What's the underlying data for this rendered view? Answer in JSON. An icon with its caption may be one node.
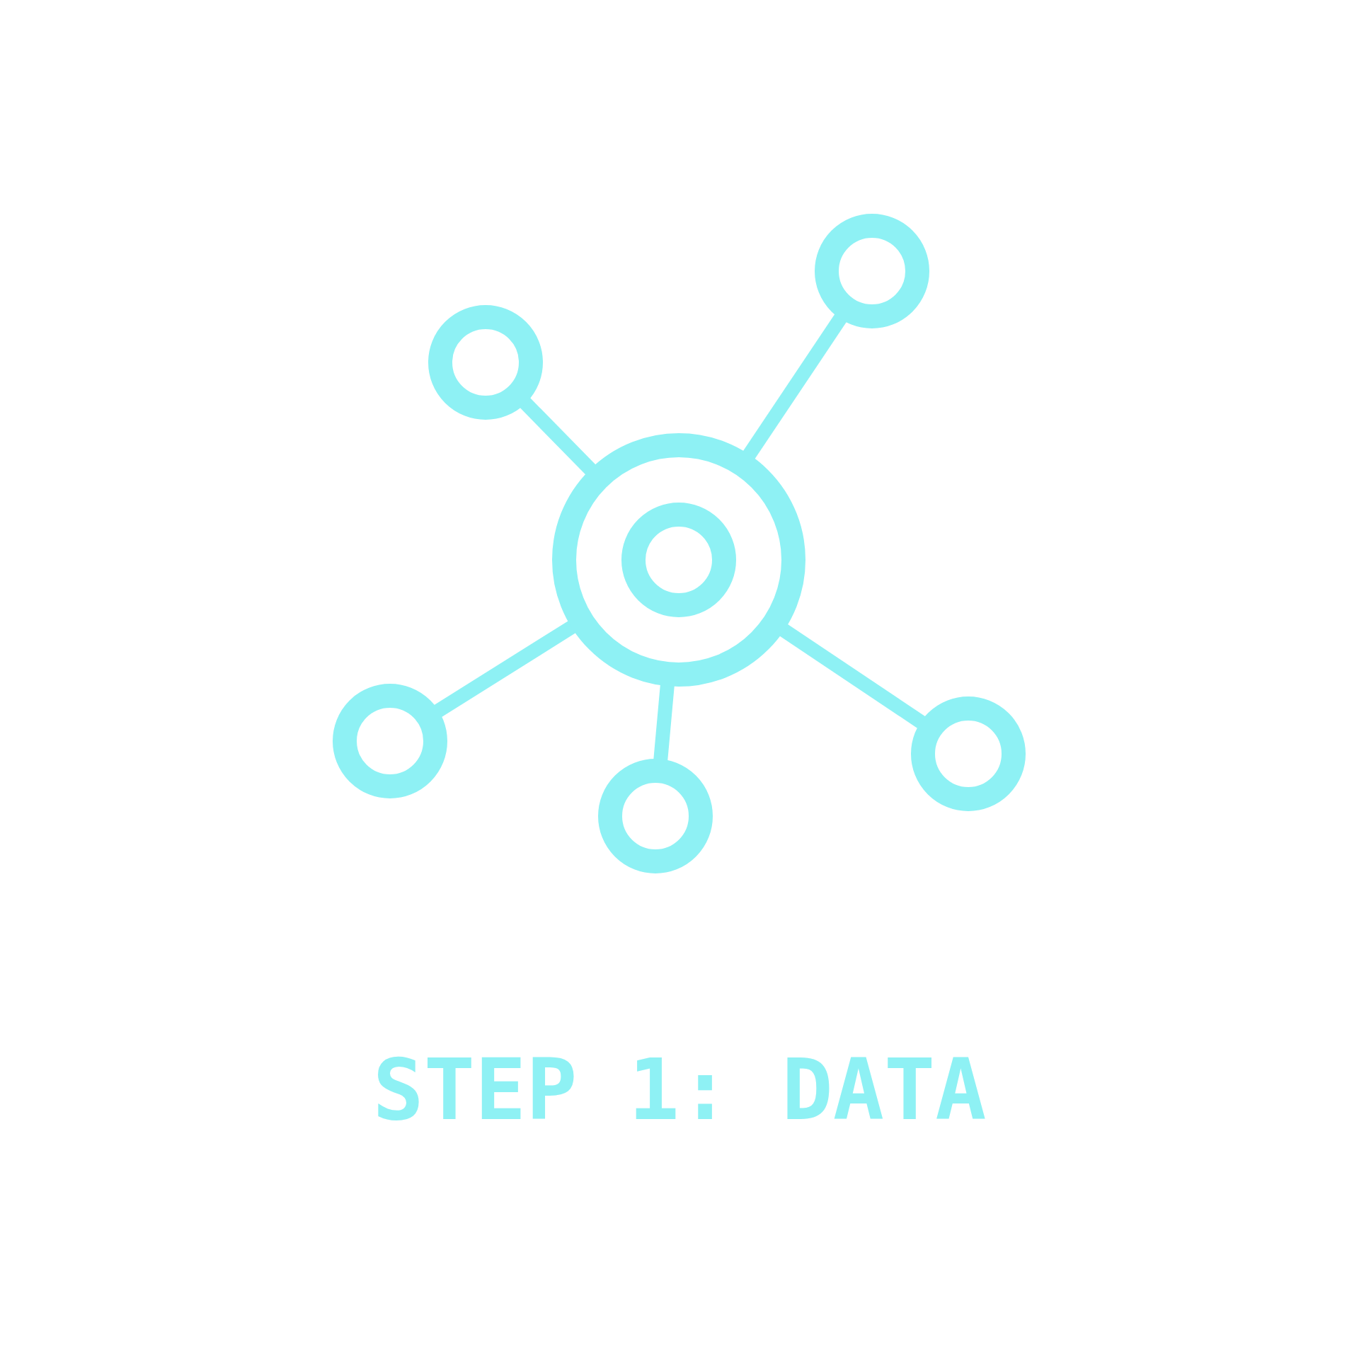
{
  "diagram": {
    "title": "STEP 1: DATA",
    "nodes": [
      {
        "text": [],
        "shape": "circle"
      },
      {
        "text": [],
        "shape": "circle"
      },
      {
        "text": [],
        "shape": "circle"
      },
      {
        "text": [],
        "shape": "circle",
        "in": 2
      },
      {
        "text": [],
        "shape": "circle"
      },
      {
        "text": [],
        "shape": "circle"
      },
      {
        "text": [],
        "shape": "circle"
      }
    ],
    "edges": [
      {
        "from": 1,
        "to": 2,
        "arrow": "none"
      },
      {
        "from": 0,
        "to": 2,
        "arrow": "none"
      },
      {
        "from": 2,
        "to": 4,
        "arrow": "none"
      },
      {
        "from": 2,
        "to": 5,
        "arrow": "none"
      },
      {
        "from": 2,
        "to": 6,
        "arrow": "none"
      }
    ]
  }
}
